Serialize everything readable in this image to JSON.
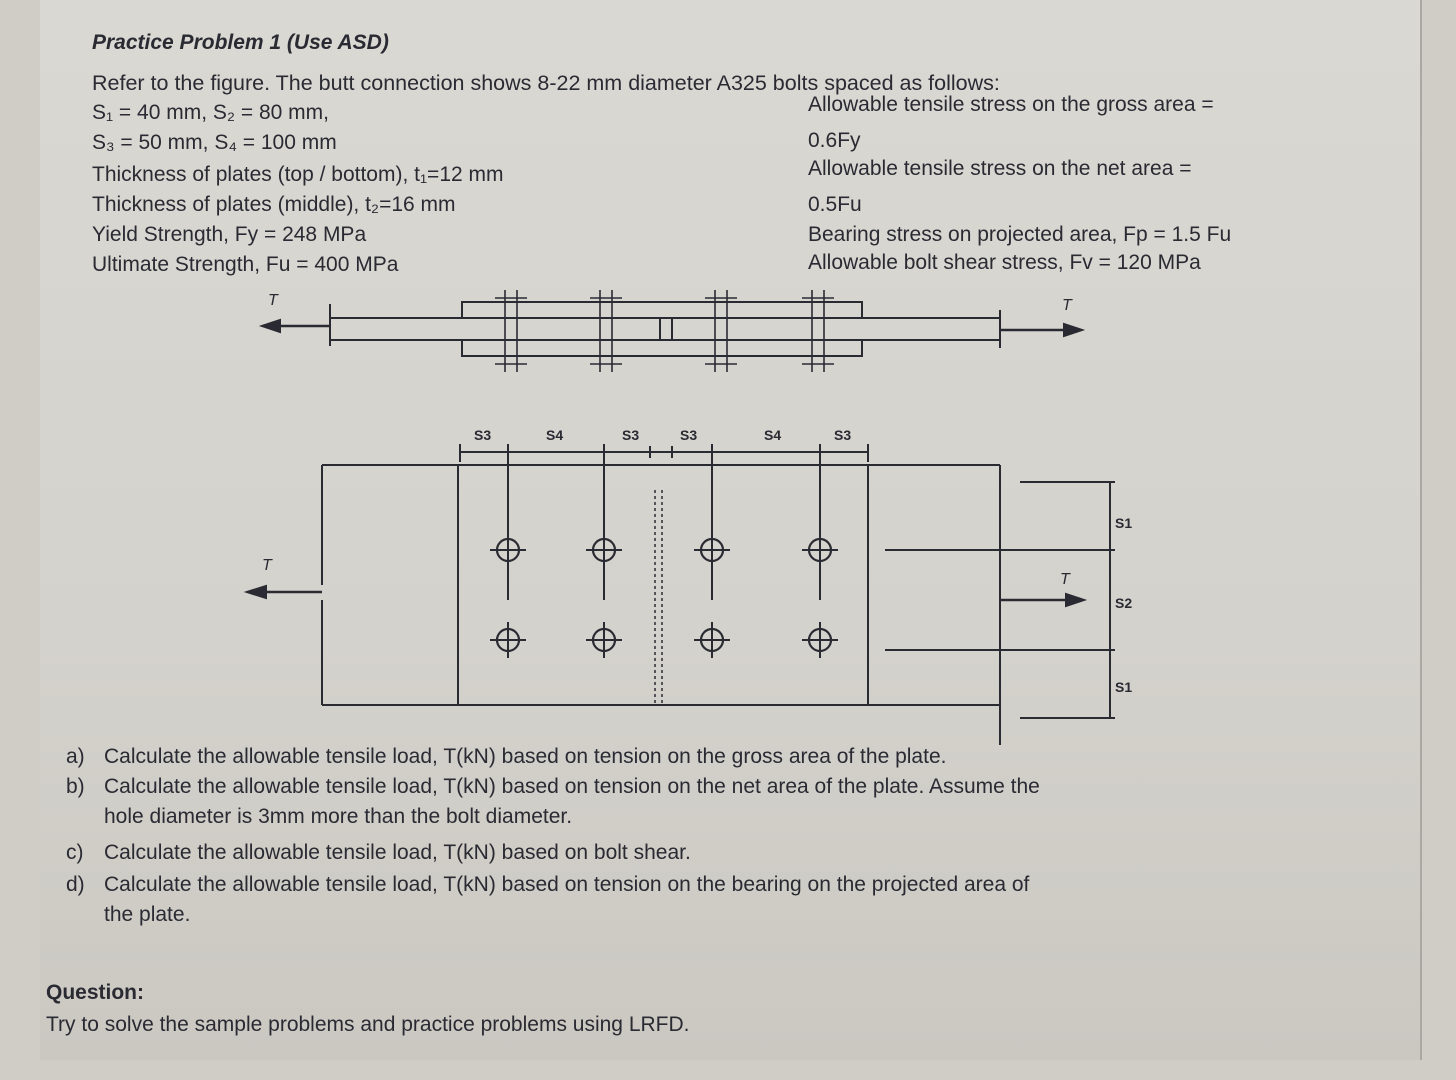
{
  "title": "Practice Problem 1 (Use ASD)",
  "intro": "Refer to the figure. The butt connection shows 8-22 mm diameter A325 bolts spaced as follows:",
  "givens_left": [
    "S₁ = 40 mm, S₂ = 80 mm,",
    "S₃ = 50 mm, S₄ = 100 mm",
    "Thickness of plates (top / bottom), t₁=12 mm",
    "Thickness of plates (middle), t₂=16 mm",
    "Yield Strength, Fy = 248 MPa",
    "Ultimate Strength, Fu = 400 MPa"
  ],
  "givens_right": [
    "Allowable tensile stress on the gross area =",
    "0.6Fy",
    "Allowable tensile stress on the net area =",
    "0.5Fu",
    "Bearing stress on projected area, Fp = 1.5 Fu",
    "Allowable bolt shear stress, Fv = 120 MPa"
  ],
  "figure": {
    "load_label": "T",
    "spacing_top": [
      "S3",
      "S4",
      "S3",
      "S3",
      "S4",
      "S3"
    ],
    "spacing_side": [
      "S1",
      "S2",
      "S1"
    ]
  },
  "questions": [
    {
      "marker": "a)",
      "lines": [
        "Calculate the allowable tensile load, T(kN) based on tension on the gross area of the plate."
      ]
    },
    {
      "marker": "b)",
      "lines": [
        "Calculate the allowable tensile load, T(kN) based on tension on the net area of the plate. Assume the",
        "hole diameter is 3mm more than the bolt diameter."
      ]
    },
    {
      "marker": "c)",
      "lines": [
        "Calculate the allowable tensile load, T(kN) based on bolt shear."
      ]
    },
    {
      "marker": "d)",
      "lines": [
        "Calculate the allowable tensile load, T(kN) based on tension on the bearing on the projected area of",
        "the plate."
      ]
    }
  ],
  "question_heading": "Question:",
  "question_text": "Try to solve the sample problems and practice problems using LRFD."
}
